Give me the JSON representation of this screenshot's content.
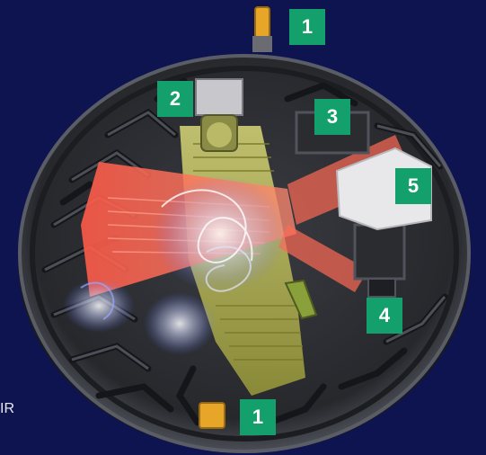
{
  "callouts": [
    {
      "id": "c1-top",
      "label": "1"
    },
    {
      "id": "c2",
      "label": "2"
    },
    {
      "id": "c3",
      "label": "3"
    },
    {
      "id": "c5",
      "label": "5"
    },
    {
      "id": "c4",
      "label": "4"
    },
    {
      "id": "c1-bottom",
      "label": "1"
    }
  ],
  "side_text": "IR",
  "colors": {
    "background": "#0d1450",
    "badge": "#14a06c",
    "housing": "#2a2c30",
    "ir_beam": "#ff6a55",
    "sensor_zone": "#c8c85a",
    "smoke": "#b8c4ff"
  }
}
